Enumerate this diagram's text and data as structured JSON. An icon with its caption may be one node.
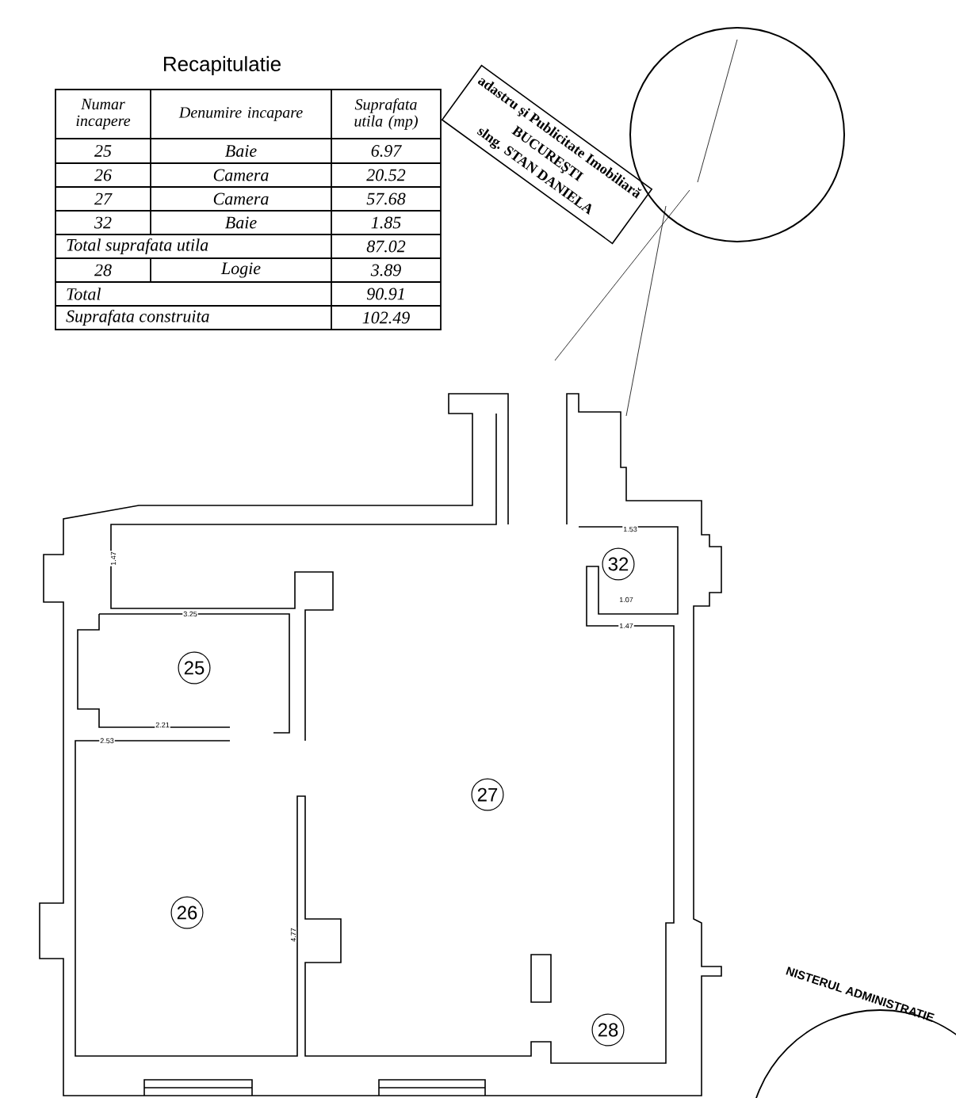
{
  "diagram": {
    "title": "Recapitulatie",
    "nodes": [
      {
        "text": [
          "adastru şi Publicitate Imobiliară",
          "BUCUREŞTI",
          "slng. STAN DANIELA"
        ]
      },
      {
        "text": [],
        "shape": "circle"
      },
      {
        "text": [
          "32"
        ]
      },
      {
        "text": [
          "25"
        ]
      },
      {
        "text": [
          "27"
        ]
      },
      {
        "text": [
          "26"
        ]
      },
      {
        "text": [
          "28"
        ]
      },
      {
        "text": [
          "NISTERUL ADMINISTRATIE"
        ]
      }
    ],
    "labels": [
      "Numar incapere",
      "Denumire incapare",
      "Suprafata utila (mp)",
      "25",
      "Baie",
      "6.97",
      "26",
      "Camera",
      "20.52",
      "27",
      "Camera",
      "57.68",
      "32",
      "Baie",
      "1.85",
      "Total suprafata utila",
      "87.02",
      "28",
      "Logie",
      "3.89",
      "Total",
      "90.91",
      "Suprafata construita",
      "102.49",
      "3.25",
      "2.21",
      "2.53",
      "1.53",
      "1.07",
      "1.47",
      "1.47",
      "4.77"
    ]
  }
}
